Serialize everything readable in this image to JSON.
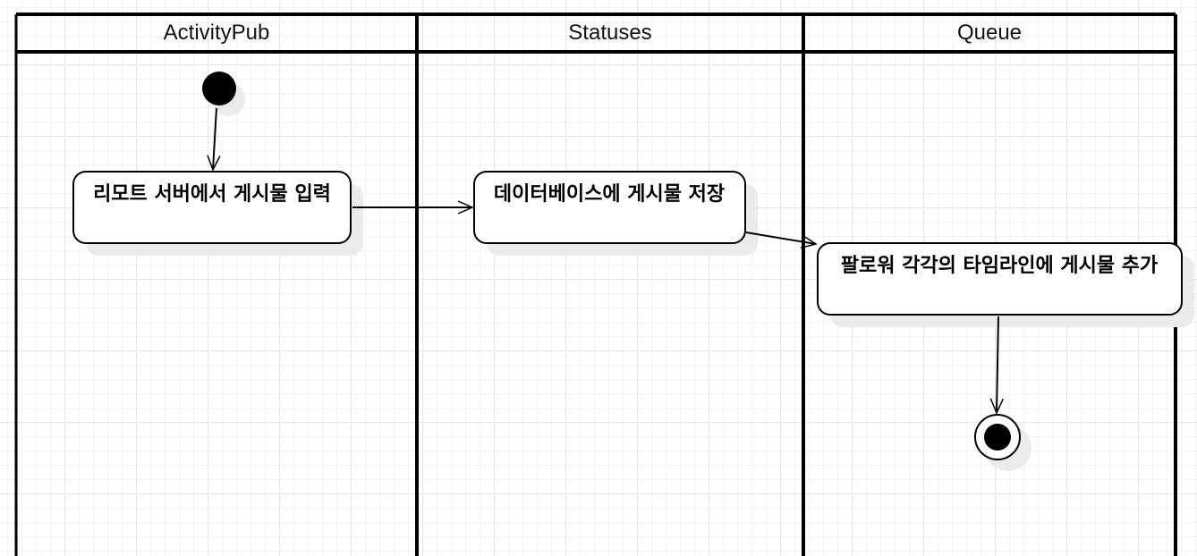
{
  "swimlanes": [
    {
      "title": "ActivityPub"
    },
    {
      "title": "Statuses"
    },
    {
      "title": "Queue"
    }
  ],
  "activities": [
    {
      "label": "리모트 서버에서 게시물 입력"
    },
    {
      "label": "데이터베이스에 게시물 저장"
    },
    {
      "label": "팔로워 각각의 타임라인에 게시물 추가"
    }
  ],
  "colors": {
    "line": "#000000",
    "shadow": "#ebebeb",
    "fill": "#ffffff"
  }
}
